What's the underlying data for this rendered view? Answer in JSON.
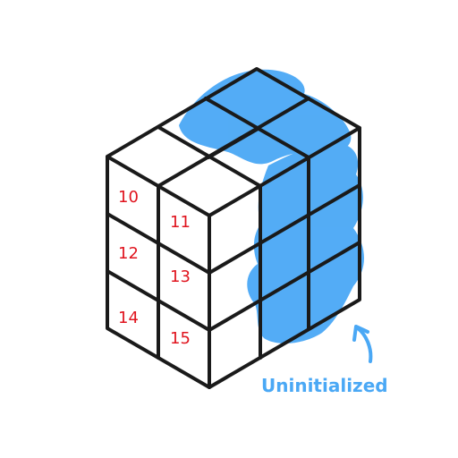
{
  "colors": {
    "outline": "#1a1a1a",
    "label": "#e0141e",
    "highlight": "#4aa8f5",
    "caption": "#4aa8f5",
    "background": "#ffffff"
  },
  "cells": [
    {
      "id": "cell-10",
      "label": "10"
    },
    {
      "id": "cell-11",
      "label": "11"
    },
    {
      "id": "cell-12",
      "label": "12"
    },
    {
      "id": "cell-13",
      "label": "13"
    },
    {
      "id": "cell-14",
      "label": "14"
    },
    {
      "id": "cell-15",
      "label": "15"
    }
  ],
  "annotation": {
    "text": "Uninitialized",
    "icon": "curved-arrow-icon"
  }
}
